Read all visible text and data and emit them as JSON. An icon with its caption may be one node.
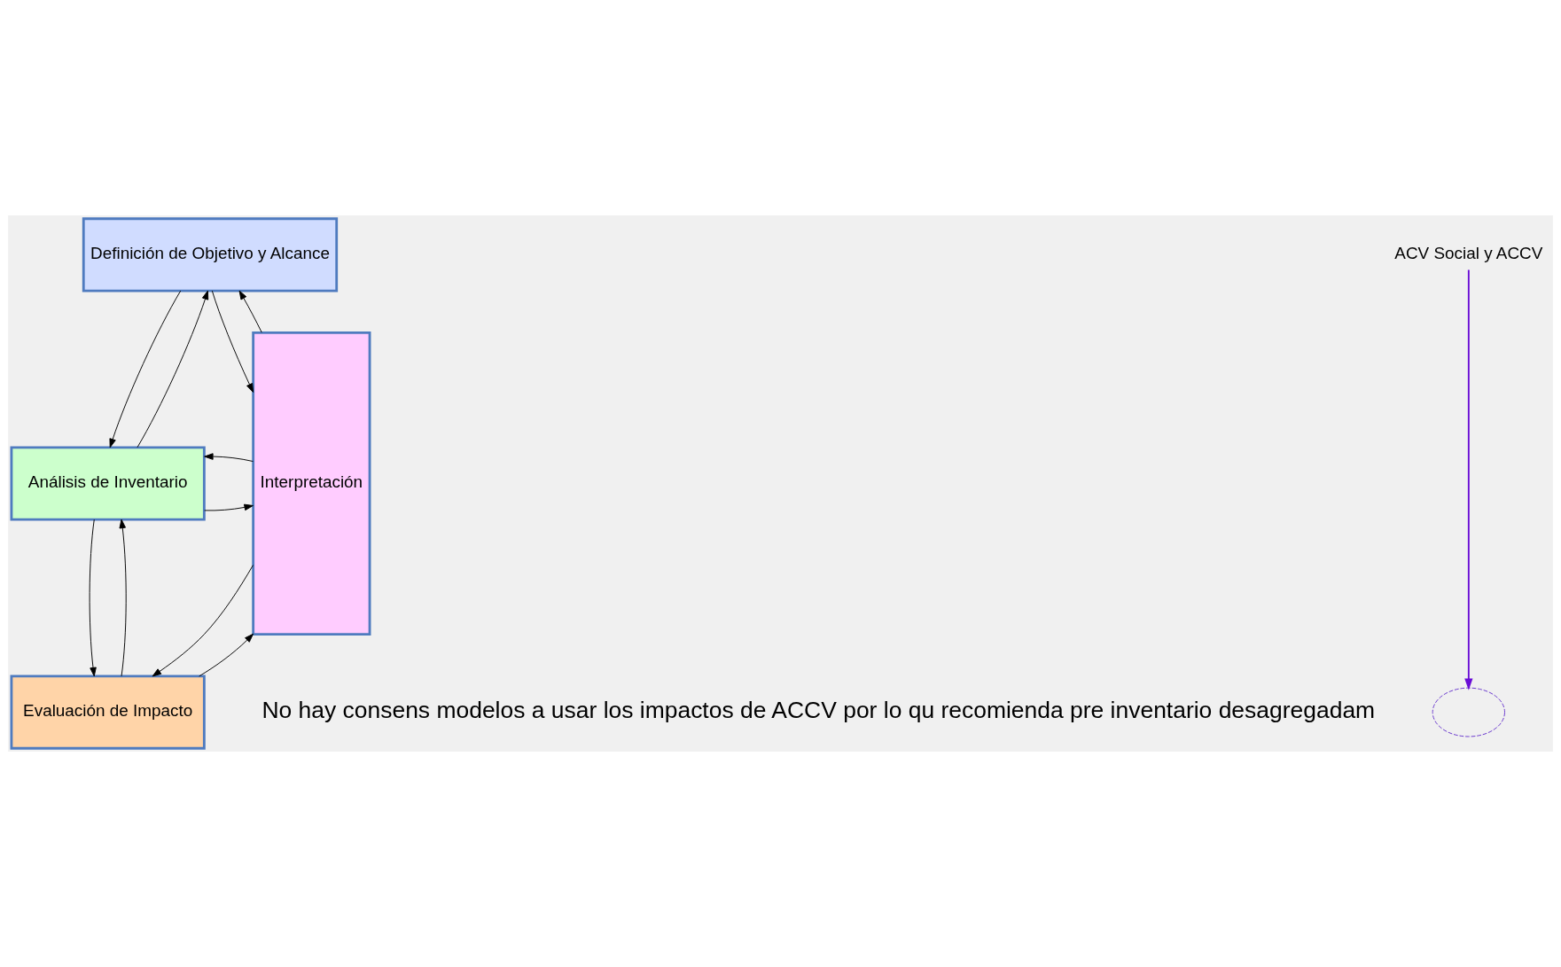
{
  "diagram": {
    "nodes": [
      {
        "text": [
          "Definición de Objetivo y Alcance"
        ]
      },
      {
        "text": [
          "Interpretación"
        ]
      },
      {
        "text": [
          "Análisis de Inventario"
        ]
      },
      {
        "text": [
          "Evaluación de Impacto"
        ]
      },
      {
        "text": [
          "ACV Social y ACCV"
        ]
      },
      {
        "text": [],
        "shape": "cloud"
      }
    ],
    "edges": [
      {
        "from": 0,
        "to": 1,
        "arrow": "to"
      },
      {
        "from": 1,
        "to": 0,
        "arrow": "to"
      },
      {
        "from": 0,
        "to": 2,
        "arrow": "to"
      },
      {
        "from": 2,
        "to": 0,
        "arrow": "to"
      },
      {
        "from": 2,
        "to": 1,
        "arrow": "to"
      },
      {
        "from": 1,
        "to": 2,
        "arrow": "to"
      },
      {
        "from": 2,
        "to": 3,
        "arrow": "to"
      },
      {
        "from": 3,
        "to": 2,
        "arrow": "to"
      },
      {
        "from": 3,
        "to": 1,
        "arrow": "to"
      },
      {
        "from": 1,
        "to": 3,
        "arrow": "to"
      },
      {
        "from": 4,
        "to": 5,
        "arrow": "to",
        "color": "#6a0dd6"
      }
    ],
    "labels": [
      "No hay consens modelos a usar los impactos de ACCV por lo qu recomienda pre inventario desagregadam"
    ]
  }
}
